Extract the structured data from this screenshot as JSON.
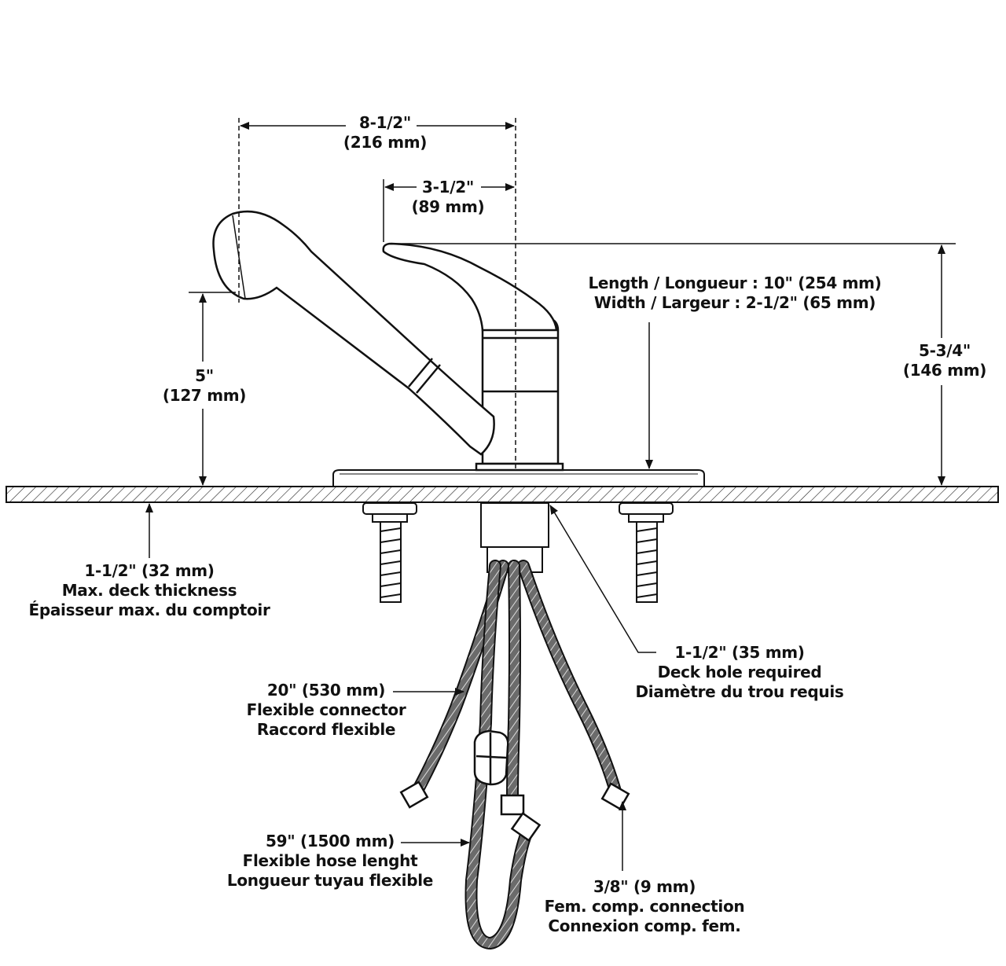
{
  "dimensions": {
    "overall_spread": {
      "imperial": "8-1/2\"",
      "metric": "(216 mm)"
    },
    "handle_spread": {
      "imperial": "3-1/2\"",
      "metric": "(89 mm)"
    },
    "spout_height": {
      "imperial": "5\"",
      "metric": "(127 mm)"
    },
    "total_height": {
      "imperial": "5-3/4\"",
      "metric": "(146 mm)"
    },
    "base_plate": {
      "length": "Length / Longueur : 10\" (254 mm)",
      "width": "Width / Largeur : 2-1/2\" (65 mm)"
    },
    "deck_thickness": {
      "size": "1-1/2\" (32 mm)",
      "en": "Max. deck thickness",
      "fr": "Épaisseur max. du comptoir"
    },
    "deck_hole": {
      "size": "1-1/2\" (35 mm)",
      "en": "Deck hole required",
      "fr": "Diamètre du trou requis"
    },
    "flexible_connector": {
      "size": "20\" (530 mm)",
      "en": "Flexible connector",
      "fr": "Raccord flexible"
    },
    "hose_length": {
      "size": "59\" (1500 mm)",
      "en": "Flexible hose lenght",
      "fr": "Longueur tuyau flexible"
    },
    "connection": {
      "size": "3/8\"  (9 mm)",
      "en": "Fem. comp. connection",
      "fr": "Connexion comp. fem."
    }
  }
}
